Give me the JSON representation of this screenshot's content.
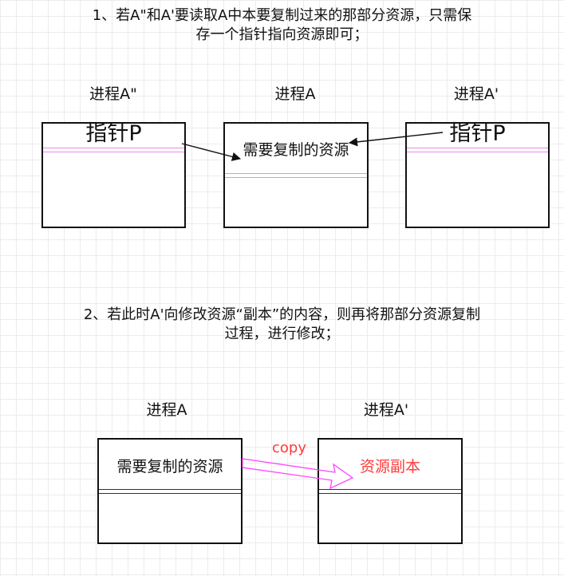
{
  "section1": {
    "caption_line1": "1、若A\"和A'要读取A中本要复制过来的那部分资源，只需保",
    "caption_line2": "存一个指针指向资源即可；",
    "process_a_double_prime": {
      "label": "进程A\"",
      "content": "指针P"
    },
    "process_a": {
      "label": "进程A",
      "content": "需要复制的资源"
    },
    "process_a_prime": {
      "label": "进程A'",
      "content": "指针P"
    }
  },
  "section2": {
    "caption_line1": "2、若此时A'向修改资源“副本”的内容，则再将那部分资源复制",
    "caption_line2": "过程，进行修改；",
    "process_a": {
      "label": "进程A",
      "content": "需要复制的资源"
    },
    "process_a_prime": {
      "label": "进程A'",
      "content": "资源副本"
    },
    "copy_label": "copy"
  },
  "colors": {
    "stroke": "#111111",
    "highlight_line": "#e88ce8",
    "copy_accent": "#ff3b3b",
    "copy_arrow": "#ff44ff"
  }
}
